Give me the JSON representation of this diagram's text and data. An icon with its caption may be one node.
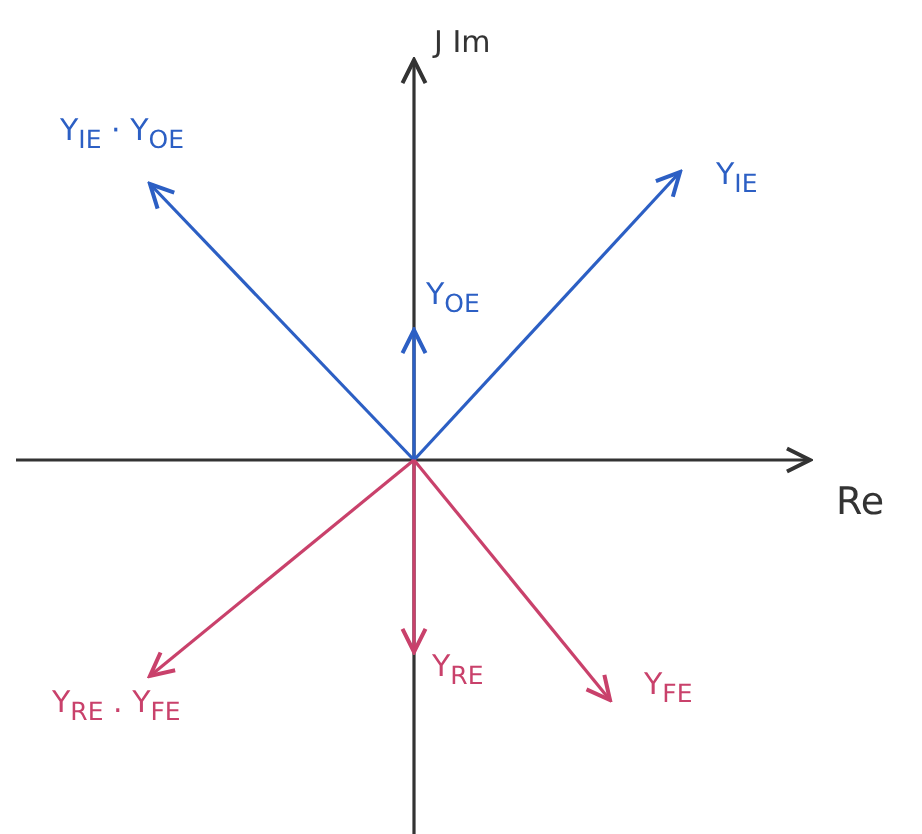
{
  "diagram": {
    "labels": [
      "J Im",
      "Y$_{IE}$ · Y$_{OE}$",
      "Y$_{IE}$",
      "Y$_{OE}$",
      "Re",
      "Y$_{RE}$",
      "Y$_{FE}$",
      "Y$_{RE}$ . Y$_{FE}$"
    ]
  }
}
